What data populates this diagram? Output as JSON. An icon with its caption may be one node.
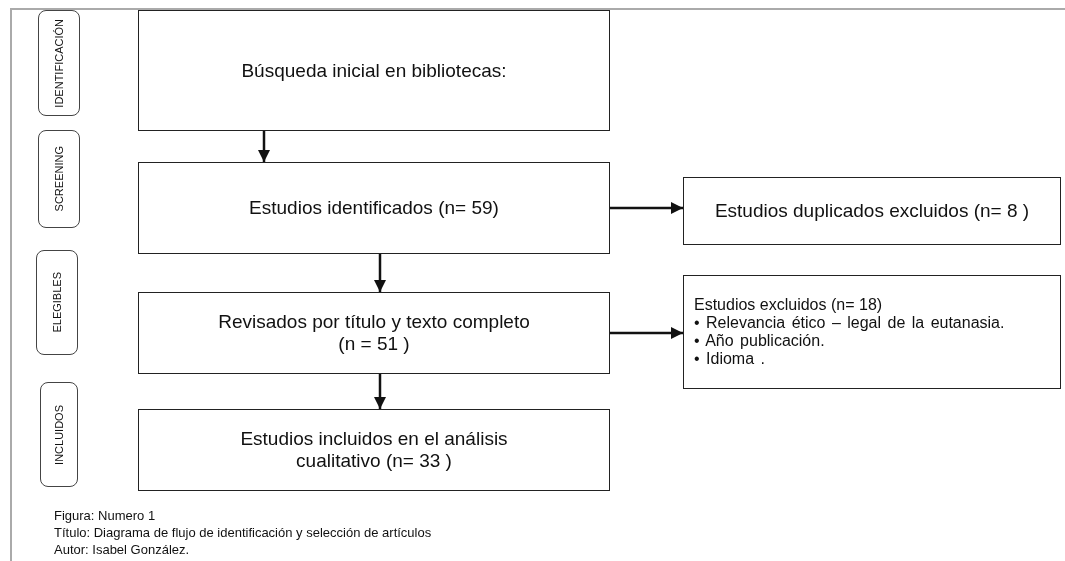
{
  "diagram": {
    "nodes": [
      {
        "text": [
          "IDENTIFICACIÓN"
        ]
      },
      {
        "text": [
          "Búsqueda inicial en bibliotecas:"
        ]
      },
      {
        "text": [
          "SCREENING"
        ]
      },
      {
        "text": [
          "Estudios identificados (n= 59)"
        ]
      },
      {
        "text": [
          "Estudios duplicados excluidos (n=  8 )"
        ]
      },
      {
        "text": [
          "ELEGIBLES"
        ]
      },
      {
        "text": [
          "Revisados por título y texto completo (n = 51 )"
        ]
      },
      {
        "text": [
          "Estudios excluidos (n=  18)",
          "• Relevancia ético – legal de la eutanasia.",
          "• Año publicación.",
          "• Idioma ."
        ]
      },
      {
        "text": [
          "INCLUIDOS"
        ]
      },
      {
        "text": [
          "Estudios incluidos en el análisis cualitativo (n=  33 )"
        ]
      }
    ],
    "edges": [
      {
        "from": 1,
        "to": 3,
        "arrow": "to"
      },
      {
        "from": 3,
        "to": 4,
        "arrow": "to"
      },
      {
        "from": 3,
        "to": 6,
        "arrow": "to"
      },
      {
        "from": 6,
        "to": 7,
        "arrow": "to"
      },
      {
        "from": 6,
        "to": 9,
        "arrow": "to"
      }
    ],
    "labels": [
      "Figura: Numero 1",
      "Título: Diagrama de flujo de identificación y selección de artículos",
      "Autor: Isabel González."
    ]
  }
}
